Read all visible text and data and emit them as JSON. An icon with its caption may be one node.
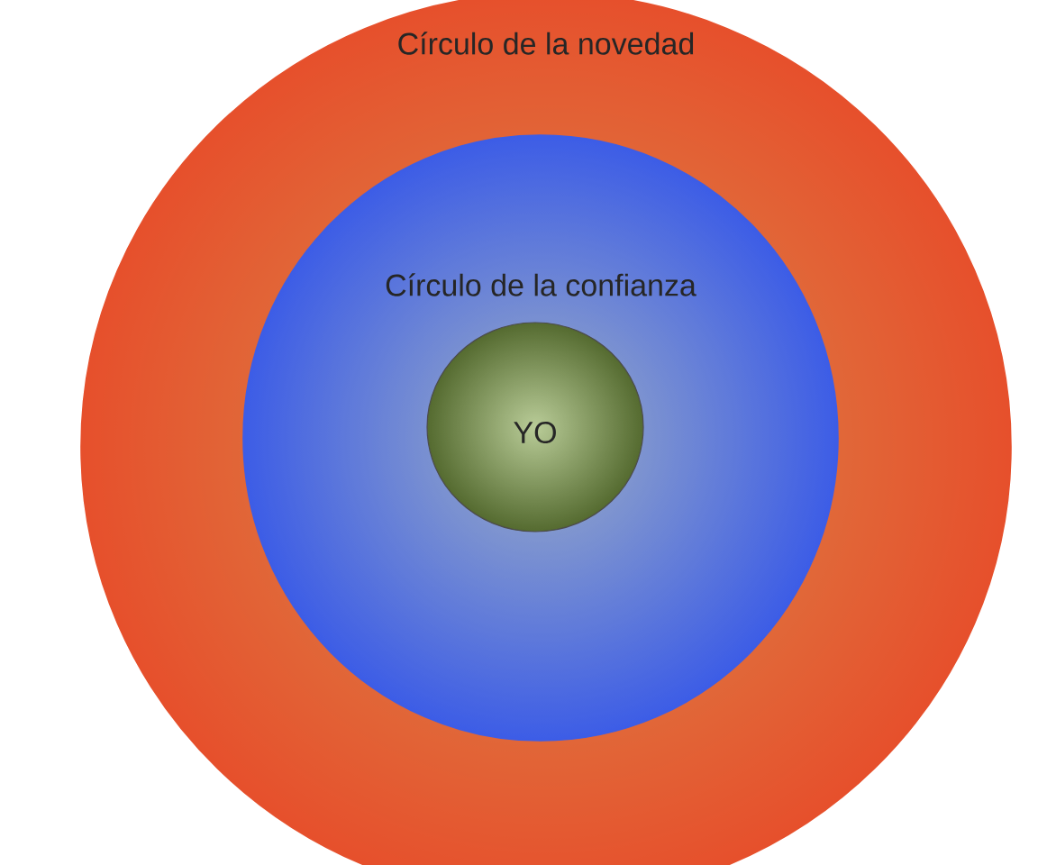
{
  "diagram": {
    "nodes": [
      {
        "text": [
          "Círculo de la novedad"
        ]
      },
      {
        "text": [
          "Círculo de la confianza"
        ],
        "in": 0
      },
      {
        "text": [
          "YO"
        ],
        "in": 1
      }
    ]
  }
}
